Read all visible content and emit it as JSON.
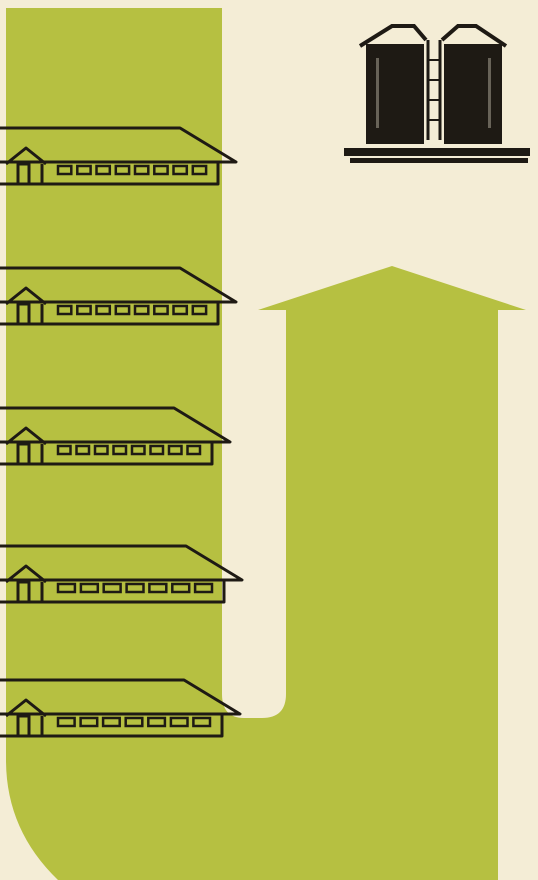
{
  "colors": {
    "paper": "#f4edd6",
    "arrow": "#b6c041",
    "ink": "#1e1a14"
  },
  "diagram": {
    "flow": "up",
    "barracks": [
      {
        "name": "barrack-1",
        "windows": 8
      },
      {
        "name": "barrack-2",
        "windows": 8
      },
      {
        "name": "barrack-3",
        "windows": 8
      },
      {
        "name": "barrack-4",
        "windows": 7
      },
      {
        "name": "barrack-5",
        "windows": 7
      }
    ],
    "destination_icon": "grain-silo-icon"
  }
}
